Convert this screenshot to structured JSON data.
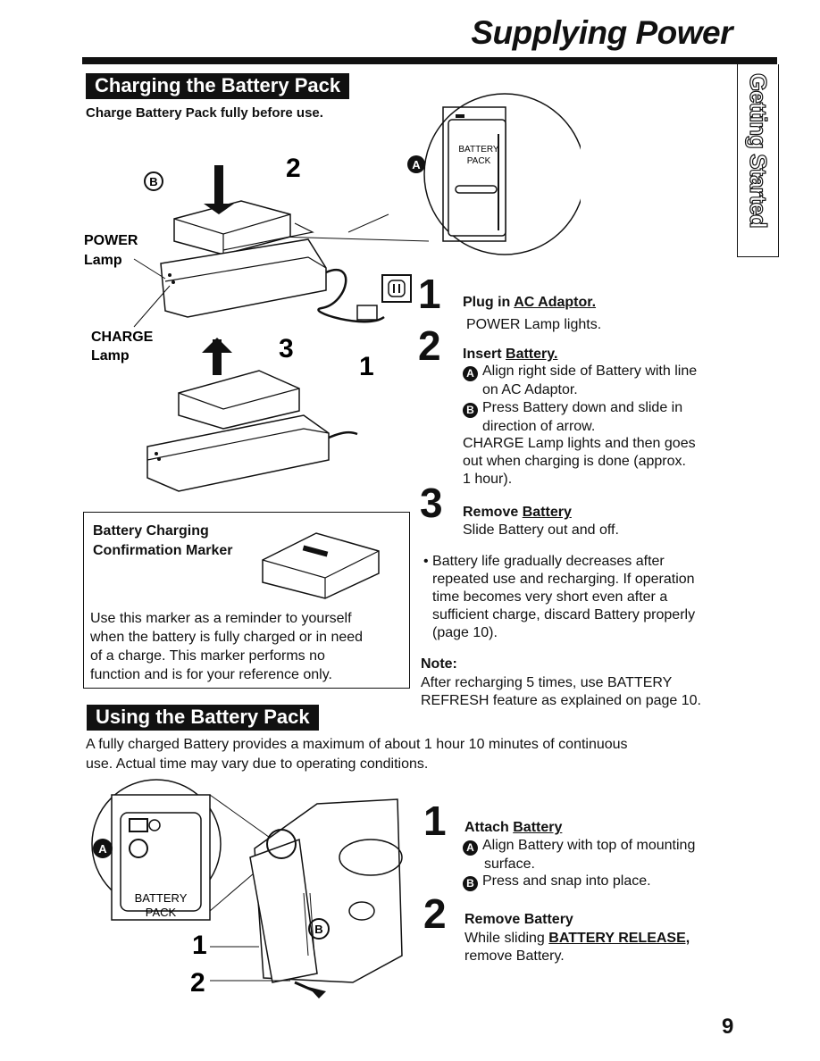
{
  "page_title": "Supplying Power",
  "side_tab": "Getting Started",
  "section1": {
    "heading": "Charging the Battery Pack",
    "subheading": "Charge Battery Pack fully before use.",
    "figure_labels": {
      "power_lamp_1": "POWER",
      "power_lamp_2": "Lamp",
      "charge_lamp_1": "CHARGE",
      "charge_lamp_2": "Lamp",
      "callout_b": "B",
      "callout_a": "A",
      "num_2": "2",
      "num_3": "3",
      "num_1": "1",
      "battery_pack_1": "BATTERY",
      "battery_pack_2": "PACK"
    },
    "steps": [
      {
        "num": "1",
        "title_pre": "Plug in ",
        "title_link": "AC Adaptor.",
        "lines": [
          "POWER Lamp lights."
        ]
      },
      {
        "num": "2",
        "title_pre": "Insert ",
        "title_link": "Battery.",
        "a_text_1": "Align right side of Battery with line",
        "a_text_2": "on AC Adaptor.",
        "b_text_1": "Press Battery down and slide in",
        "b_text_2": "direction of arrow.",
        "lines": [
          "CHARGE Lamp lights and then goes",
          "out when charging is done (approx.",
          "1 hour)."
        ]
      },
      {
        "num": "3",
        "title_pre": "Remove ",
        "title_link": "Battery",
        "lines": [
          "Slide Battery out and off."
        ]
      }
    ],
    "bullet": [
      "• Battery life gradually decreases after",
      "repeated use and recharging. If operation",
      "time becomes very short even after a",
      "sufficient charge, discard Battery properly",
      "(page 10)."
    ],
    "note_label": "Note:",
    "note_lines": [
      "After recharging 5 times, use BATTERY",
      "REFRESH feature as explained on page 10."
    ],
    "marker_box": {
      "title_1": "Battery Charging",
      "title_2": "Confirmation Marker",
      "body": [
        "Use this marker as a reminder to yourself",
        "when the battery is fully charged or in need",
        "of a charge. This marker performs no",
        "function and is for your reference only."
      ]
    }
  },
  "section2": {
    "heading": "Using the Battery Pack",
    "intro": [
      "A fully charged Battery provides a maximum of about 1 hour 10 minutes of continuous",
      "use. Actual time may vary due to operating conditions."
    ],
    "figure_labels": {
      "battery_1": "BATTERY",
      "battery_2": "PACK",
      "num_1": "1",
      "num_2": "2",
      "callout_a": "A",
      "callout_b": "B"
    },
    "steps": [
      {
        "num": "1",
        "title_pre": "Attach ",
        "title_link": "Battery",
        "a_text_1": "Align Battery with top of mounting",
        "a_text_2": "surface.",
        "b_text_1": "Press and snap into place."
      },
      {
        "num": "2",
        "title": "Remove Battery",
        "line_pre": "While sliding ",
        "line_link": "BATTERY RELEASE,",
        "line_2": "remove Battery."
      }
    ]
  },
  "page_number": "9"
}
